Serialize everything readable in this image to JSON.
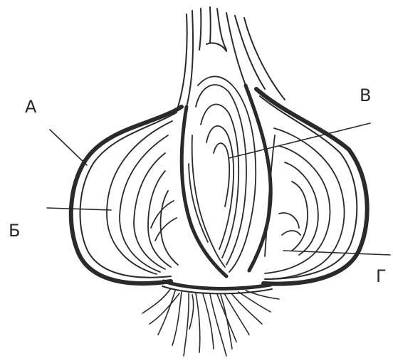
{
  "labels": {
    "a": "А",
    "b": "Б",
    "v": "В",
    "g": "Г"
  },
  "colors": {
    "ink": "#2a2a2a",
    "background": "#ffffff"
  }
}
